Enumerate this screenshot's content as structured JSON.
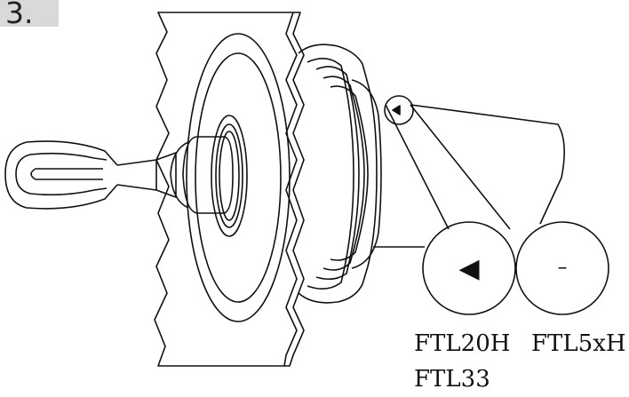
{
  "step": {
    "number": "3."
  },
  "variants": [
    {
      "model_lines": [
        "FTL20H",
        "FTL33"
      ],
      "symbol": "◀"
    },
    {
      "model_lines": [
        "FTL5xH"
      ],
      "symbol": "–"
    }
  ],
  "colors": {
    "line": "#111111",
    "badge": "#d9d9d9",
    "background": "#ffffff"
  }
}
